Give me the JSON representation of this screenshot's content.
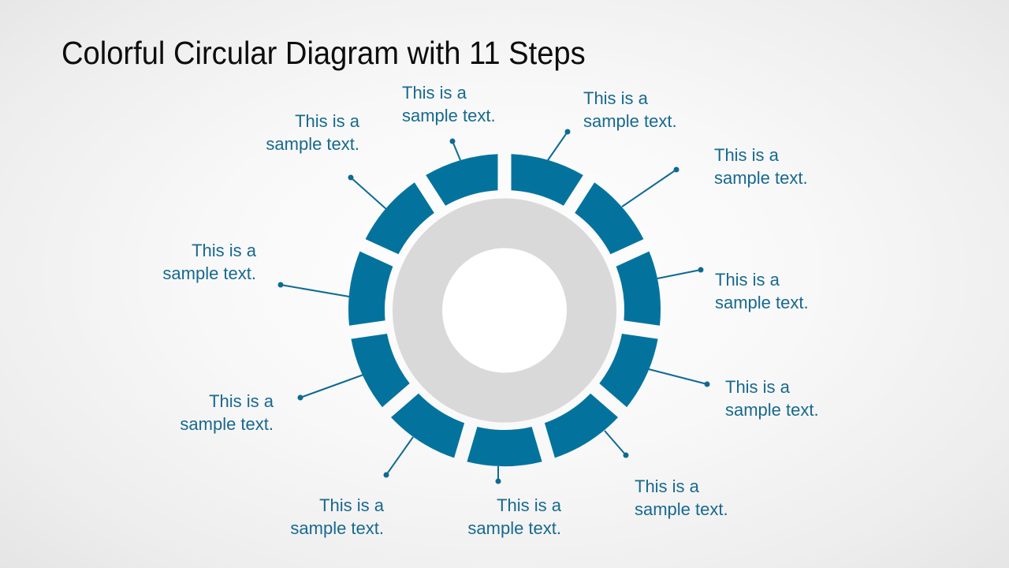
{
  "title": "Colorful Circular Diagram with 11 Steps",
  "colors": {
    "segment": "#03739e",
    "inner_ring": "#d9d9d9",
    "center_circle": "#ffffff",
    "label_text": "#17698f",
    "connector": "#0e6a92",
    "title_text": "#0d0d0d"
  },
  "diagram": {
    "type": "segmented-ring",
    "segment_count": 11,
    "steps": [
      {
        "position": "top-right",
        "line1": "This is a",
        "line2": "sample text."
      },
      {
        "position": "upper-right",
        "line1": "This is a",
        "line2": "sample text."
      },
      {
        "position": "right",
        "line1": "This is a",
        "line2": "sample text."
      },
      {
        "position": "lower-right",
        "line1": "This is a",
        "line2": "sample text."
      },
      {
        "position": "bottom-right",
        "line1": "This is a",
        "line2": "sample text."
      },
      {
        "position": "bottom",
        "line1": "This is a",
        "line2": "sample text."
      },
      {
        "position": "bottom-left",
        "line1": "This is a",
        "line2": "sample text."
      },
      {
        "position": "lower-left",
        "line1": "This is a",
        "line2": "sample text."
      },
      {
        "position": "left",
        "line1": "This is a",
        "line2": "sample text."
      },
      {
        "position": "upper-left",
        "line1": "This is a",
        "line2": "sample text."
      },
      {
        "position": "top-left",
        "line1": "This is a",
        "line2": "sample text."
      }
    ]
  }
}
